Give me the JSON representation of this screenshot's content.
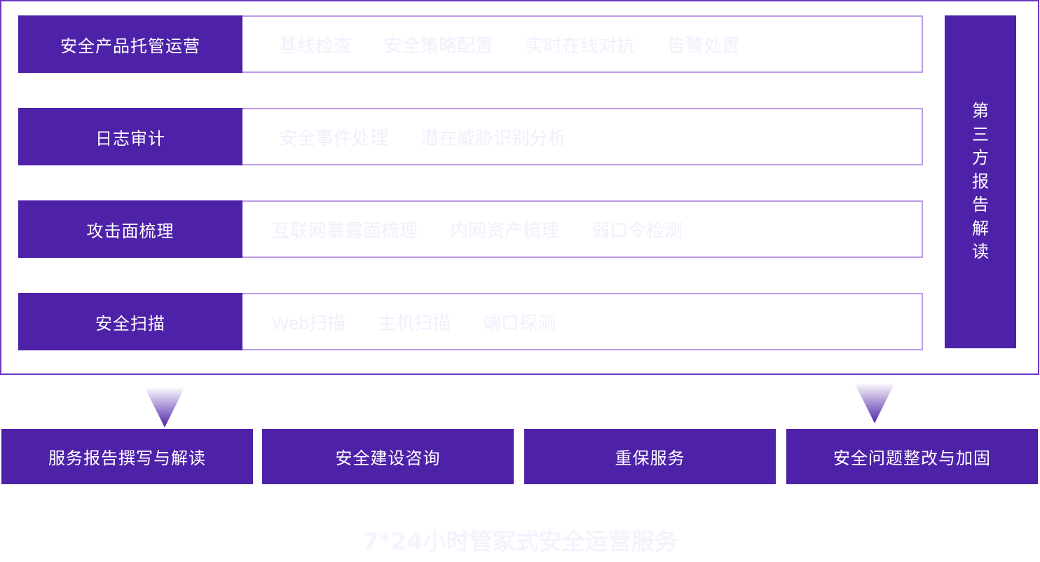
{
  "rows": [
    {
      "label": "安全产品托管运营",
      "items": [
        "基线检查",
        "安全策略配置",
        "实时在线对抗",
        "告警处置"
      ]
    },
    {
      "label": "日志审计",
      "items": [
        "安全事件处理",
        "潜在威胁识别分析"
      ]
    },
    {
      "label": "攻击面梳理",
      "items": [
        "互联网暴露面梳理",
        "内网资产梳理",
        "弱口令检测"
      ]
    },
    {
      "label": "安全扫描",
      "items": [
        "Web扫描",
        "主机扫描",
        "端口探测"
      ]
    }
  ],
  "side_panel": {
    "chars": [
      "第",
      "三",
      "方",
      "报",
      "告",
      "解",
      "读"
    ]
  },
  "bottom_services": [
    {
      "label": "服务报告撰写与解读"
    },
    {
      "label": "安全建设咨询"
    },
    {
      "label": "重保服务"
    },
    {
      "label": "安全问题整改与加固"
    }
  ],
  "footer": {
    "title": "7*24小时管家式安全运营服务"
  },
  "colors": {
    "primary": "#4E22A8",
    "row_border": "#BE9BE6",
    "outer_border": "#6B35C4",
    "faint_text": "#F3EEFC"
  }
}
